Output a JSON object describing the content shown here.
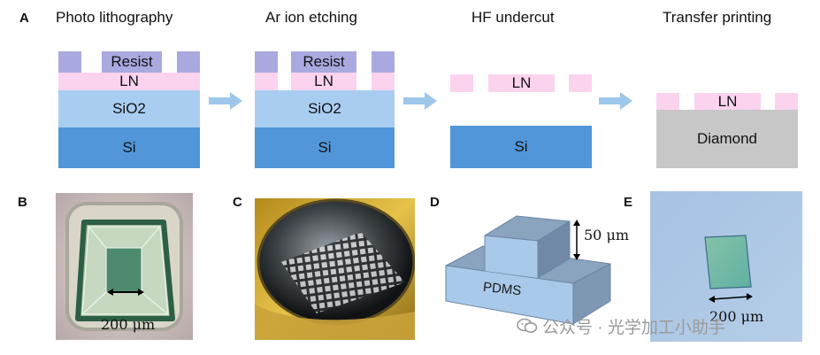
{
  "panel_labels": {
    "a": "A",
    "b": "B",
    "c": "C",
    "d": "D",
    "e": "E"
  },
  "steps": [
    {
      "title": "Photo lithography"
    },
    {
      "title": "Ar ion etching"
    },
    {
      "title": "HF undercut"
    },
    {
      "title": "Transfer printing"
    }
  ],
  "layers": {
    "resist": "Resist",
    "ln": "LN",
    "sio2": "SiO2",
    "si": "Si",
    "diamond": "Diamond"
  },
  "colors": {
    "resist": "#a9a9e0",
    "ln": "#fbd3ef",
    "sio2": "#a9cdf1",
    "si": "#5196d8",
    "diamond": "#c7c7c7",
    "arrow": "#9ec7ec",
    "pdms": "#a8c9ea"
  },
  "panel_b": {
    "scale": "200 μm"
  },
  "panel_d": {
    "height": "50 μm",
    "material": "PDMS"
  },
  "panel_e": {
    "scale": "200 μm"
  },
  "watermark": "公众号 · 光学加工小助手"
}
